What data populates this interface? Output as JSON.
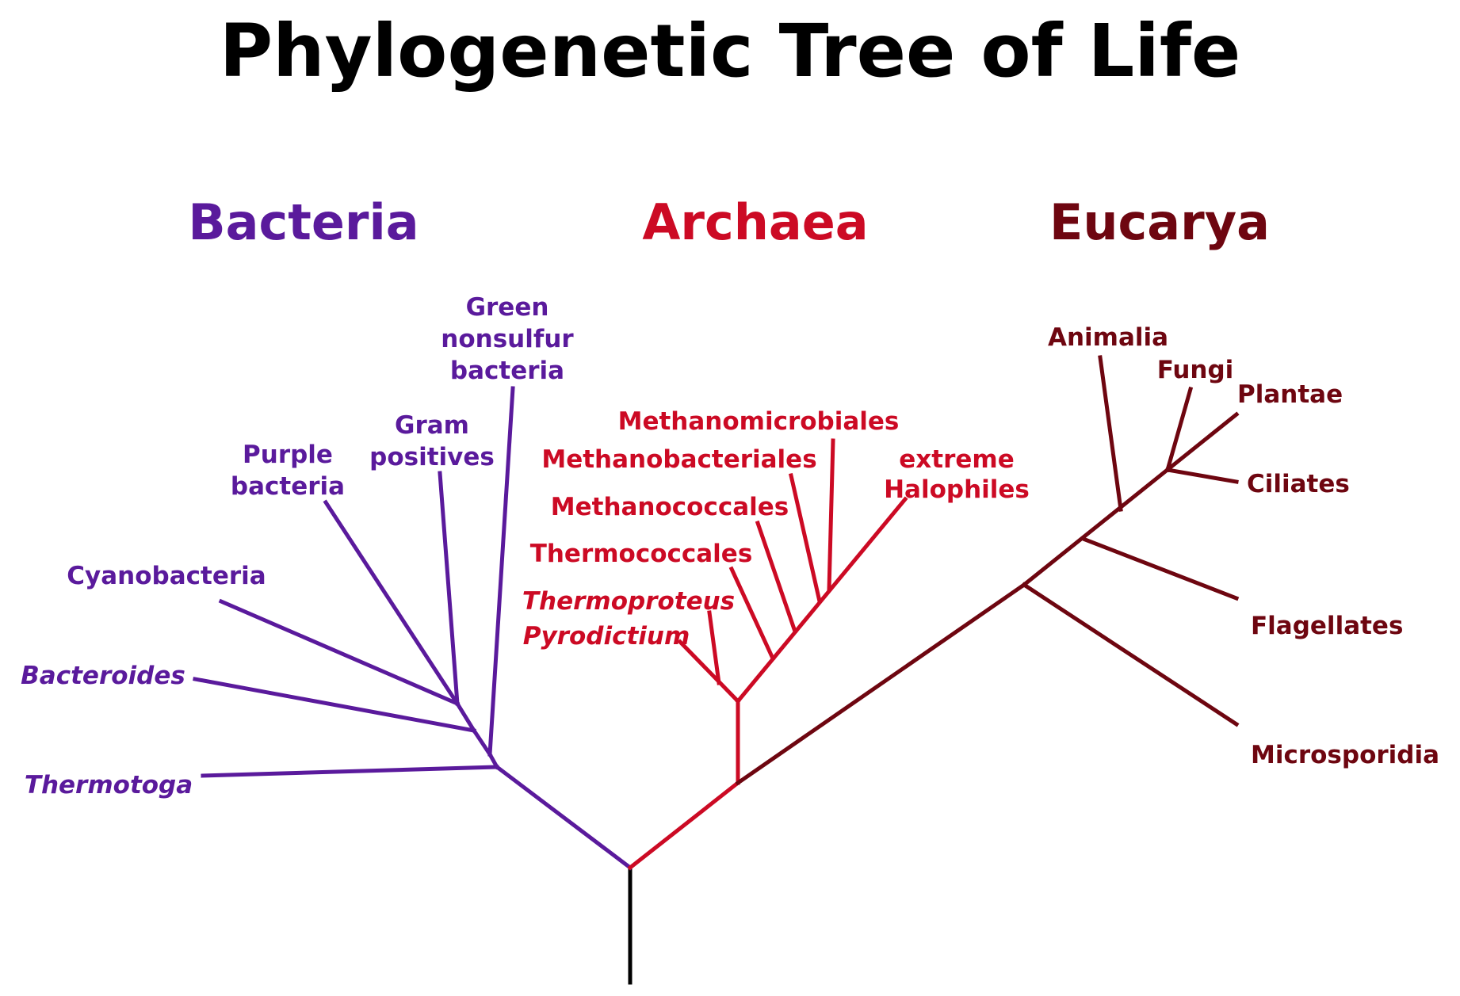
{
  "title": "Phylogenetic Tree of Life",
  "colors": {
    "root": "#000000",
    "bacteria": "#5a1a9c",
    "archaea": "#cc0a24",
    "eucarya": "#6e0610"
  },
  "domains": {
    "bacteria": {
      "name": "Bacteria"
    },
    "archaea": {
      "name": "Archaea"
    },
    "eucarya": {
      "name": "Eucarya"
    }
  },
  "taxa": {
    "bacteria": [
      {
        "id": "green-nonsulfur-bacteria",
        "lines": [
          "Green",
          "nonsulfur",
          "bacteria"
        ],
        "italic": false
      },
      {
        "id": "gram-positives",
        "lines": [
          "Gram",
          "positives"
        ],
        "italic": false
      },
      {
        "id": "purple-bacteria",
        "lines": [
          "Purple",
          "bacteria"
        ],
        "italic": false
      },
      {
        "id": "cyanobacteria",
        "lines": [
          "Cyanobacteria"
        ],
        "italic": false
      },
      {
        "id": "bacteroides",
        "lines": [
          "Bacteroides"
        ],
        "italic": true
      },
      {
        "id": "thermotoga",
        "lines": [
          "Thermotoga"
        ],
        "italic": true
      }
    ],
    "archaea": [
      {
        "id": "methanomicrobiales",
        "lines": [
          "Methanomicrobiales"
        ],
        "italic": false
      },
      {
        "id": "methanobacteriales",
        "lines": [
          "Methanobacteriales"
        ],
        "italic": false
      },
      {
        "id": "extreme-halophiles",
        "lines": [
          "extreme",
          "Halophiles"
        ],
        "italic": false
      },
      {
        "id": "methanococcales",
        "lines": [
          "Methanococcales"
        ],
        "italic": false
      },
      {
        "id": "thermococcales",
        "lines": [
          "Thermococcales"
        ],
        "italic": false
      },
      {
        "id": "thermoproteus",
        "lines": [
          "Thermoproteus"
        ],
        "italic": true
      },
      {
        "id": "pyrodictium",
        "lines": [
          "Pyrodictium"
        ],
        "italic": true
      }
    ],
    "eucarya": [
      {
        "id": "animalia",
        "lines": [
          "Animalia"
        ],
        "italic": false
      },
      {
        "id": "fungi",
        "lines": [
          "Fungi"
        ],
        "italic": false
      },
      {
        "id": "plantae",
        "lines": [
          "Plantae"
        ],
        "italic": false
      },
      {
        "id": "ciliates",
        "lines": [
          "Ciliates"
        ],
        "italic": false
      },
      {
        "id": "flagellates",
        "lines": [
          "Flagellates"
        ],
        "italic": false
      },
      {
        "id": "microsporidia",
        "lines": [
          "Microsporidia"
        ],
        "italic": false
      }
    ]
  }
}
